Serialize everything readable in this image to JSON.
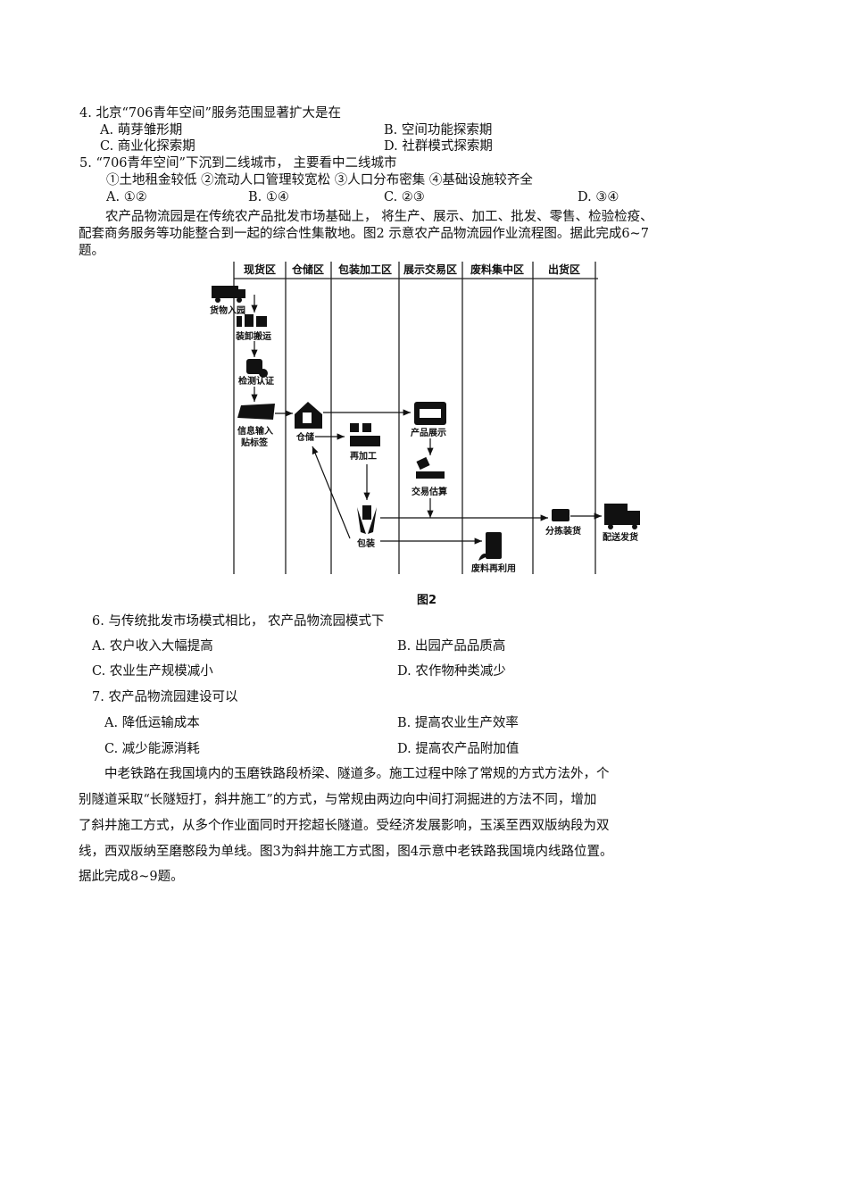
{
  "q4": {
    "stem": "4. 北京“706青年空间”服务范围显著扩大是在",
    "A": "A. 萌芽雏形期",
    "B": "B. 空间功能探索期",
    "C": "C. 商业化探索期",
    "D": "D. 社群模式探索期"
  },
  "q5": {
    "stem": "5. “706青年空间”下沉到二线城市， 主要看中二线城市",
    "items": "①土地租金较低 ②流动人口管理较宽松 ③人口分布密集 ④基础设施较齐全",
    "A": "A. ①②",
    "B": "B. ①④",
    "C": "C. ②③",
    "D": "D. ③④"
  },
  "intro1": [
    "农产品物流园是在传统农产品批发市场基础上， 将生产、展示、加工、批发、零售、检验检疫、",
    "配套商务服务等功能整合到一起的综合性集散地。图2 示意农产品物流园作业流程图。据此完成6~7",
    "题。"
  ],
  "figure2": {
    "lanes": [
      "现货区",
      "仓储区",
      "包装加工区",
      "展示交易区",
      "废料集中区",
      "出货区"
    ],
    "nodes": {
      "arrive": "货物入园",
      "unload": "装卸搬运",
      "inspect": "检测认证",
      "info1": "信息输入",
      "info2": "贴标签",
      "storage": "仓储",
      "reprocess": "再加工",
      "display": "产品展示",
      "trade": "交易估算",
      "pack": "包装",
      "sort": "分拣装货",
      "ship": "配送发货",
      "waste": "废料再利用"
    },
    "caption": "图2"
  },
  "q6": {
    "stem": "6. 与传统批发市场模式相比， 农产品物流园模式下",
    "A": "A. 农户收入大幅提高",
    "B": "B. 出园产品品质高",
    "C": "C. 农业生产规模减小",
    "D": "D. 农作物种类减少"
  },
  "q7": {
    "stem": "7. 农产品物流园建设可以",
    "A": "A. 降低运输成本",
    "B": "B. 提高农业生产效率",
    "C": "C. 减少能源消耗",
    "D": "D. 提高农产品附加值"
  },
  "intro2": [
    "中老铁路在我国境内的玉磨铁路段桥梁、隧道多。施工过程中除了常规的方式方法外，个",
    "别隧道采取“长隧短打，斜井施工”的方式，与常规由两边向中间打洞掘进的方法不同，增加",
    "了斜井施工方式，从多个作业面同时开挖超长隧道。受经济发展影响，玉溪至西双版纳段为双",
    "线，西双版纳至磨憨段为单线。图3为斜井施工方式图，图4示意中老铁路我国境内线路位置。",
    "据此完成8~9题。"
  ]
}
